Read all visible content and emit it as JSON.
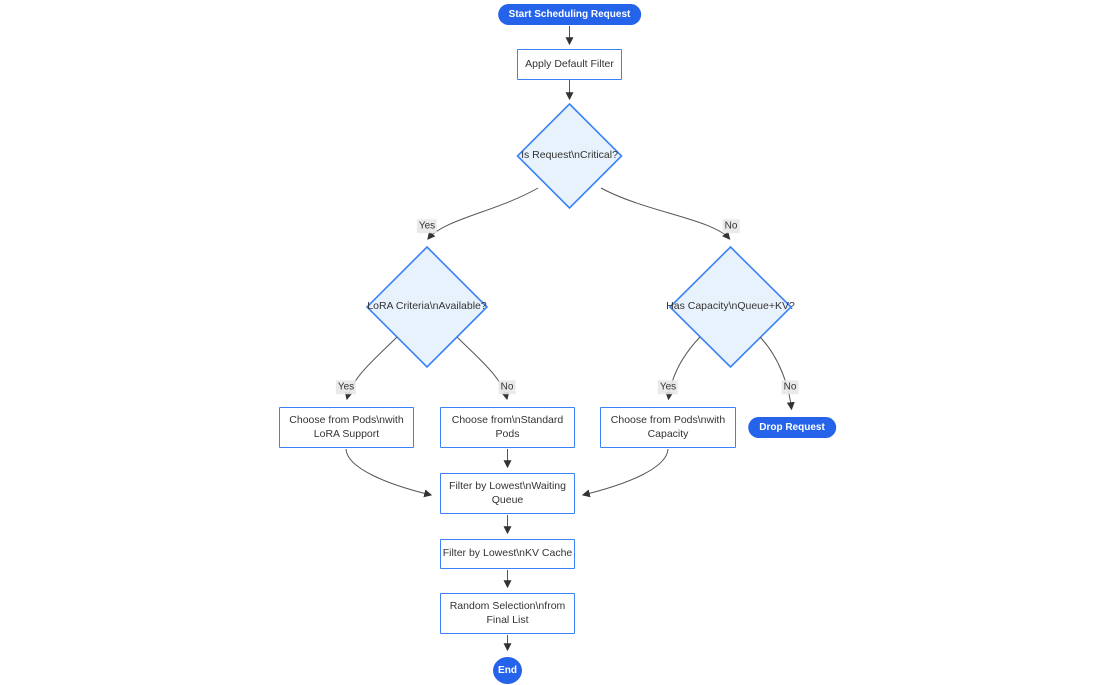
{
  "diagram": {
    "type": "flowchart",
    "direction": "top-down",
    "nodes": {
      "start": {
        "shape": "pill",
        "label": "Start Scheduling Request"
      },
      "apply_filter": {
        "shape": "process",
        "label": "Apply Default Filter"
      },
      "is_critical": {
        "shape": "decision",
        "label": "Is Request\\nCritical?"
      },
      "lora_available": {
        "shape": "decision",
        "label": "LoRA Criteria\\nAvailable?"
      },
      "has_capacity": {
        "shape": "decision",
        "label": "Has Capacity\\nQueue+KV?"
      },
      "choose_lora": {
        "shape": "process",
        "label": "Choose from Pods\\nwith\nLoRA Support"
      },
      "choose_standard": {
        "shape": "process",
        "label": "Choose from\\nStandard\nPods"
      },
      "choose_capacity": {
        "shape": "process",
        "label": "Choose from Pods\\nwith\nCapacity"
      },
      "drop_request": {
        "shape": "pill",
        "label": "Drop Request"
      },
      "filter_queue": {
        "shape": "process",
        "label": "Filter by Lowest\\nWaiting\nQueue"
      },
      "filter_kv": {
        "shape": "process",
        "label": "Filter by Lowest\\nKV Cache"
      },
      "random_selection": {
        "shape": "process",
        "label": "Random Selection\\nfrom\nFinal List"
      },
      "end": {
        "shape": "pill",
        "label": "End"
      }
    },
    "edges": [
      {
        "from": "start",
        "to": "apply_filter",
        "label": ""
      },
      {
        "from": "apply_filter",
        "to": "is_critical",
        "label": ""
      },
      {
        "from": "is_critical",
        "to": "lora_available",
        "label": "Yes"
      },
      {
        "from": "is_critical",
        "to": "has_capacity",
        "label": "No"
      },
      {
        "from": "lora_available",
        "to": "choose_lora",
        "label": "Yes"
      },
      {
        "from": "lora_available",
        "to": "choose_standard",
        "label": "No"
      },
      {
        "from": "has_capacity",
        "to": "choose_capacity",
        "label": "Yes"
      },
      {
        "from": "has_capacity",
        "to": "drop_request",
        "label": "No"
      },
      {
        "from": "choose_lora",
        "to": "filter_queue",
        "label": ""
      },
      {
        "from": "choose_standard",
        "to": "filter_queue",
        "label": ""
      },
      {
        "from": "choose_capacity",
        "to": "filter_queue",
        "label": ""
      },
      {
        "from": "filter_queue",
        "to": "filter_kv",
        "label": ""
      },
      {
        "from": "filter_kv",
        "to": "random_selection",
        "label": ""
      },
      {
        "from": "random_selection",
        "to": "end",
        "label": ""
      }
    ],
    "colors": {
      "accent_fill": "#2563eb",
      "node_border": "#3b82f6",
      "decision_fill": "#e8f2fc",
      "edge_stroke": "#555555",
      "edge_label_bg": "#e8e8e8",
      "text": "#333333"
    }
  }
}
